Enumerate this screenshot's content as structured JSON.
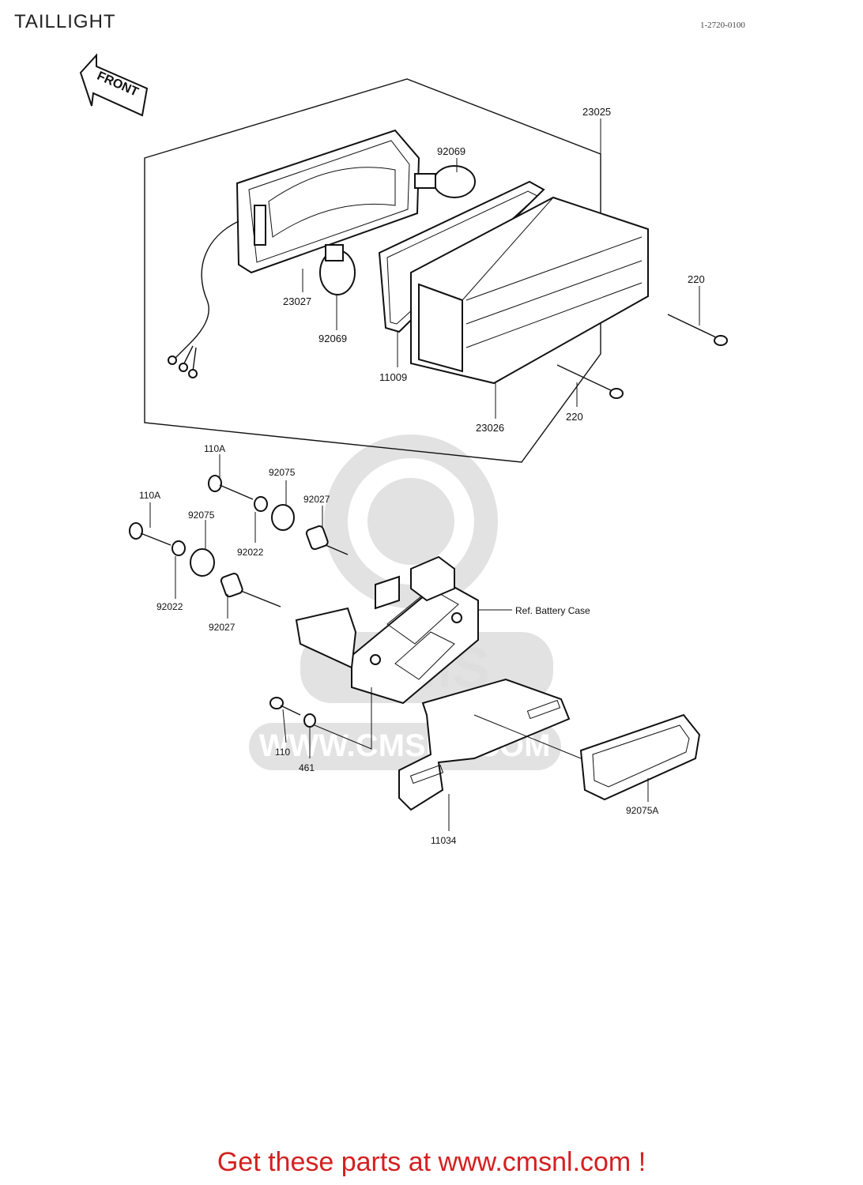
{
  "title": "TAILLIGHT",
  "ref_code": "1-2720-0100",
  "front_label": "FRONT",
  "parts": {
    "p23025": "23025",
    "p92069_top": "92069",
    "p23027": "23027",
    "p92069_bottom": "92069",
    "p11009": "11009",
    "p23026": "23026",
    "p220_right": "220",
    "p220_bottom": "220",
    "p110A_top": "110A",
    "p92075_top": "92075",
    "p92027_top": "92027",
    "p92022_top": "92022",
    "p110A_left": "110A",
    "p92075_left": "92075",
    "p92022_left": "92022",
    "p92027_left": "92027",
    "ref_battery_case": "Ref.  Battery Case",
    "p110": "110",
    "p461": "461",
    "p11034": "11034",
    "p92075A": "92075A"
  },
  "watermark": {
    "brand": "CMS",
    "site": "WWW.CMSNL.COM"
  },
  "footer": "Get these parts at www.cmsnl.com !",
  "colors": {
    "footer": "#d42020",
    "line": "#111111",
    "watermark": "#e2e2e2"
  }
}
